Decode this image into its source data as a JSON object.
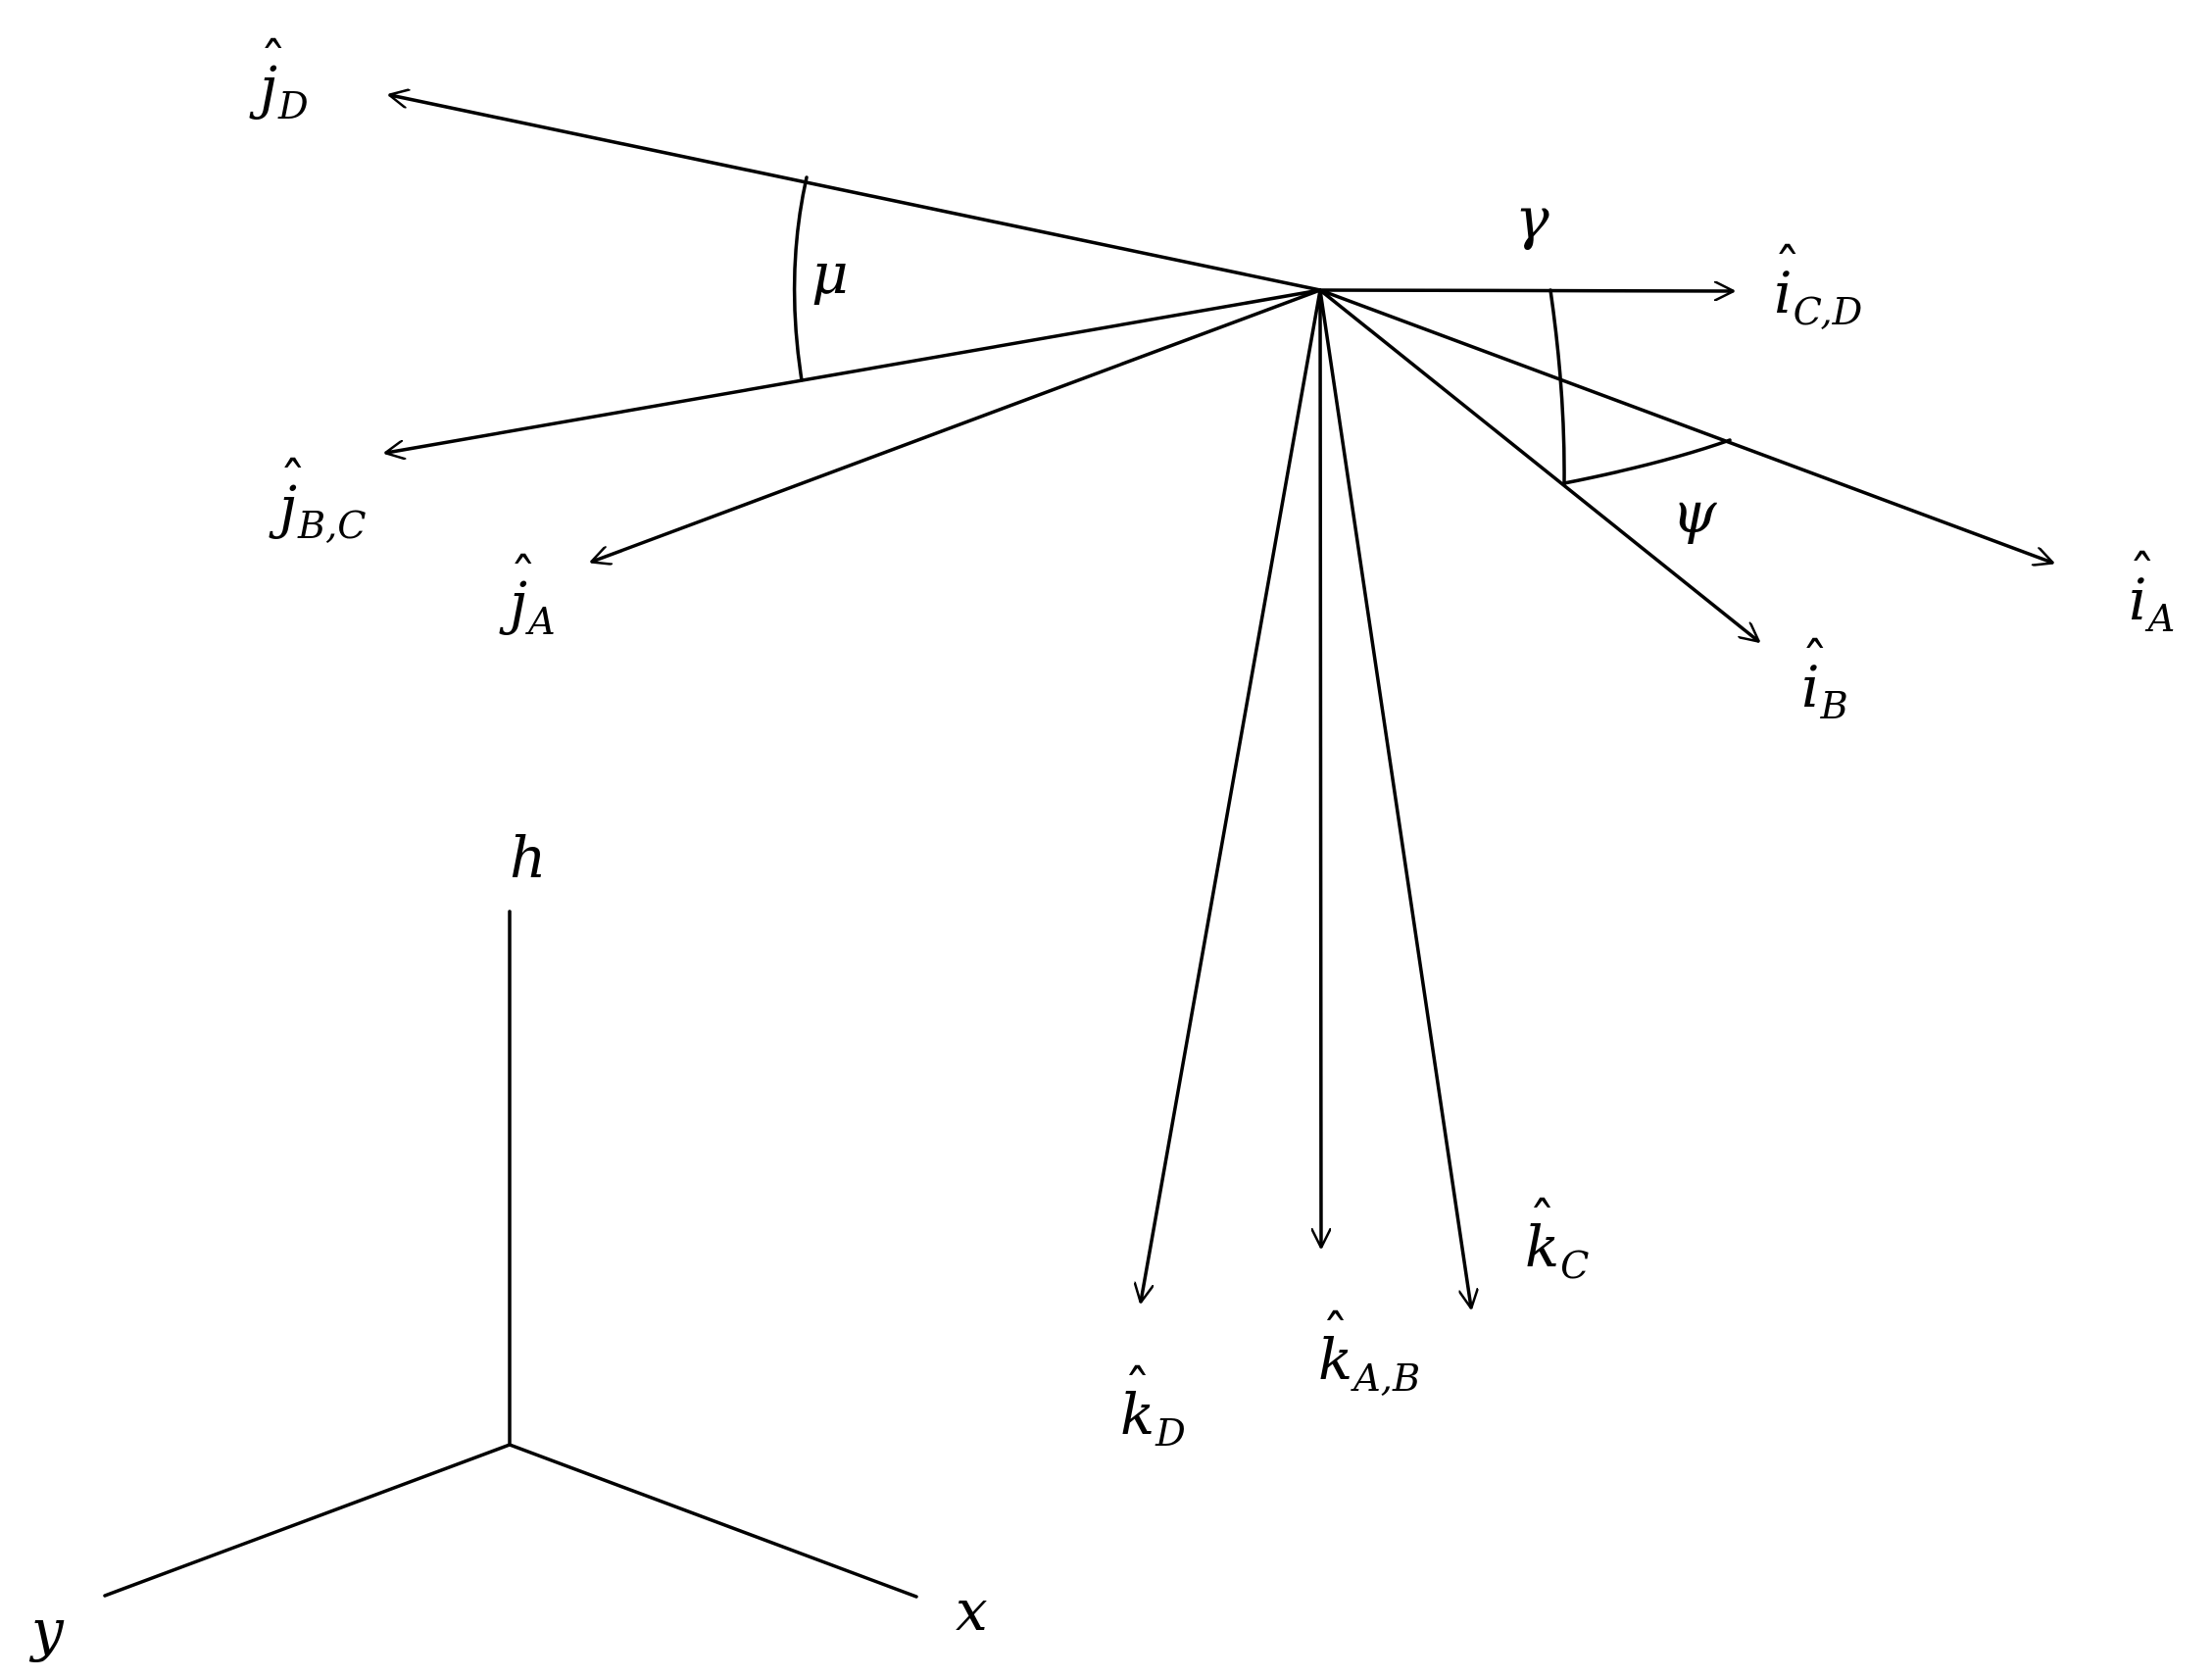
{
  "vectors": {
    "j_D": {
      "base": "j",
      "sub": "D",
      "hat": "ˆ"
    },
    "j_BC": {
      "base": "j",
      "sub": "B,C",
      "hat": "ˆ"
    },
    "j_A": {
      "base": "j",
      "sub": "A",
      "hat": "ˆ"
    },
    "i_CD": {
      "base": "i",
      "sub": "C,D",
      "hat": "ˆ"
    },
    "i_A": {
      "base": "i",
      "sub": "A",
      "hat": "ˆ"
    },
    "i_B": {
      "base": "i",
      "sub": "B",
      "hat": "ˆ"
    },
    "k_D": {
      "base": "k",
      "sub": "D",
      "hat": "ˆ"
    },
    "k_AB": {
      "base": "k",
      "sub": "A,B",
      "hat": "ˆ"
    },
    "k_C": {
      "base": "k",
      "sub": "C",
      "hat": "ˆ"
    }
  },
  "angles": {
    "mu": "μ",
    "gamma": "γ",
    "psi": "ψ"
  },
  "axes": {
    "h": "h",
    "x": "x",
    "y": "y"
  }
}
